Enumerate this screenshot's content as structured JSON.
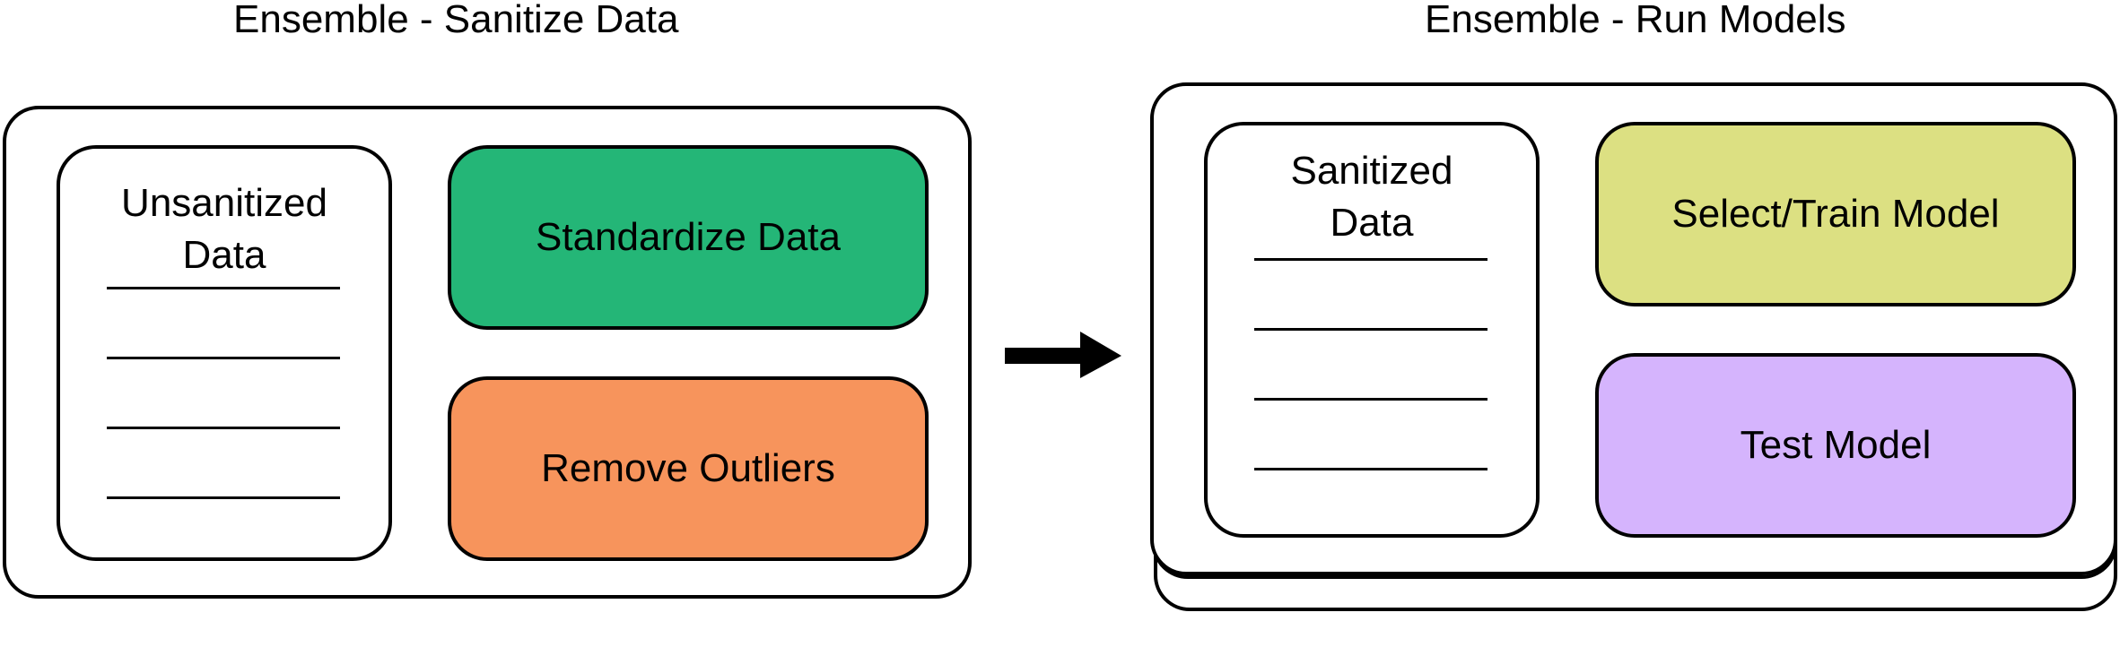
{
  "left_stage": {
    "title": "Ensemble - Sanitize Data",
    "data_card": {
      "title_line1": "Unsanitized",
      "title_line2": "Data"
    },
    "steps": [
      {
        "label": "Standardize Data",
        "color": "#24b677"
      },
      {
        "label": "Remove Outliers",
        "color": "#f7945c"
      }
    ]
  },
  "connector": {
    "icon": "right-arrow-icon"
  },
  "right_stage": {
    "title": "Ensemble - Run Models",
    "data_card": {
      "title_line1": "Sanitized",
      "title_line2": "Data"
    },
    "steps": [
      {
        "label": "Select/Train Model",
        "color": "#dce082"
      },
      {
        "label": "Test Model",
        "color": "#d5b4fd"
      }
    ]
  }
}
